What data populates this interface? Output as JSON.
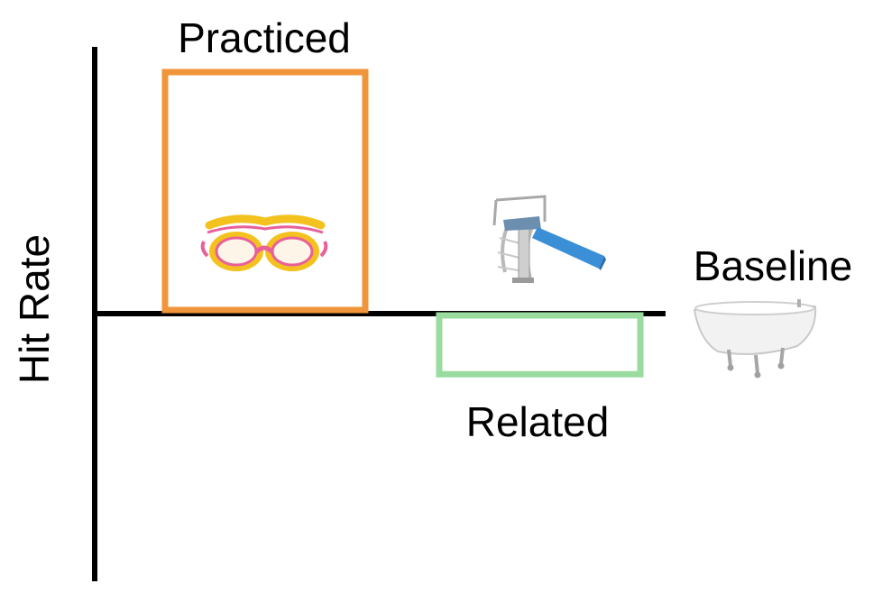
{
  "ylabel": "Hit Rate",
  "colors": {
    "axis": "#000000",
    "practiced": "#F0953A",
    "related": "#9ADBA0",
    "goggle_frame": "#F4C21F",
    "goggle_strap": "#E8609A",
    "board": "#3B8FD6",
    "tub": "#F2F2F2"
  },
  "chart_data": {
    "type": "bar",
    "categories": [
      "Practiced",
      "Related",
      "Baseline"
    ],
    "series": [
      {
        "values": [
          1,
          -0.27,
          0
        ]
      }
    ],
    "grid": false,
    "legend": "none",
    "icons": [
      "swim-goggles-icon",
      "diving-board-icon",
      "bathtub-icon"
    ]
  }
}
